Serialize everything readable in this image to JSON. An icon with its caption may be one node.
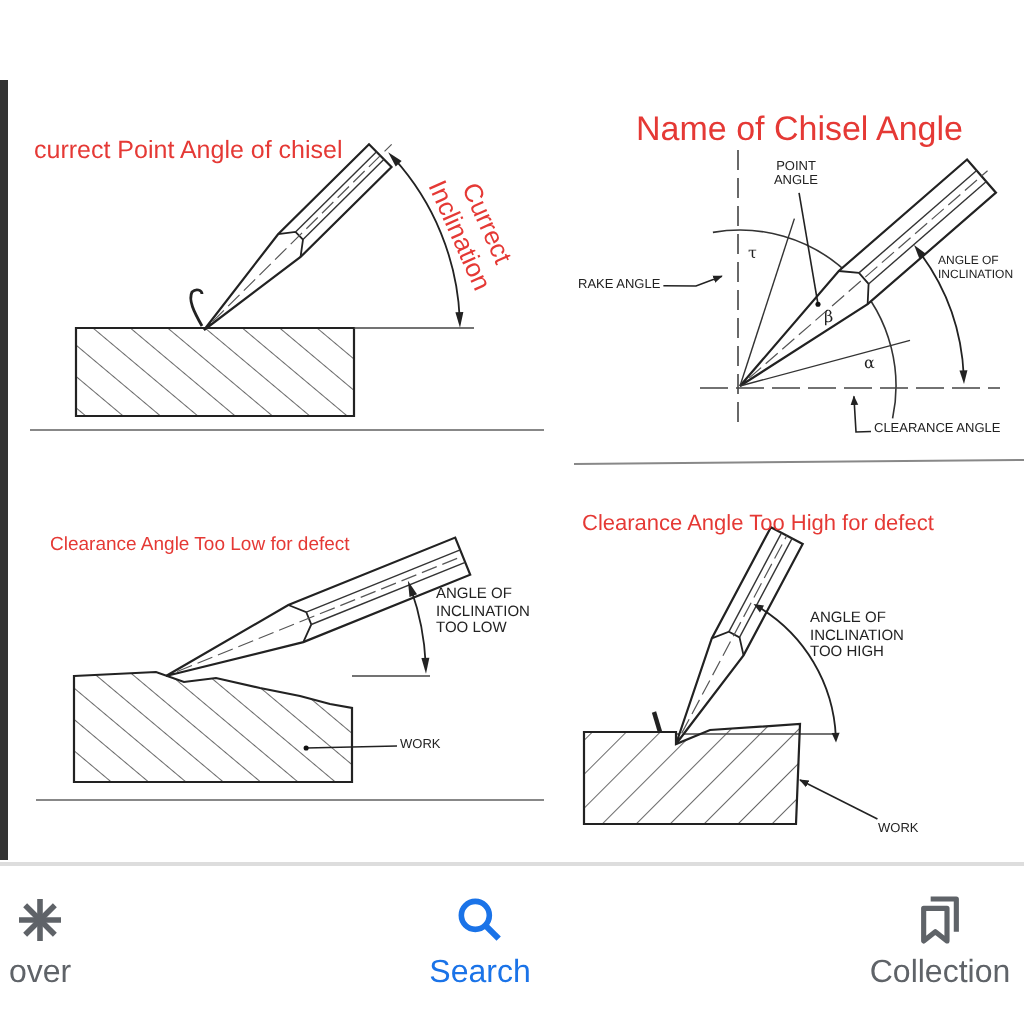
{
  "diagram": {
    "nodes": [
      {
        "text": [
          "POINT ANGLE"
        ]
      },
      {
        "text": [
          "RAKE ANGLE"
        ]
      },
      {
        "text": [
          "CLEARANCE ANGLE"
        ]
      },
      {
        "text": [
          "WORK"
        ]
      },
      {
        "text": [
          "WORK"
        ]
      },
      {
        "text": [],
        "shape": "arc"
      },
      {
        "text": [],
        "shape": "box"
      },
      {
        "text": [],
        "shape": "box"
      }
    ],
    "edges": [
      {
        "from": 0,
        "to": 5,
        "arrow": "other"
      },
      {
        "from": 1,
        "to": 5,
        "arrow": "to"
      },
      {
        "from": 2,
        "to": 5,
        "arrow": "to"
      },
      {
        "from": 3,
        "to": 6,
        "arrow": "other"
      },
      {
        "from": 4,
        "to": 7,
        "arrow": "to"
      }
    ],
    "labels": [
      "currect Point Angle of chisel",
      "Currect Inclination",
      "Name of Chisel Angle",
      "τ",
      "β",
      "α",
      "ANGLE OF INCLINATION",
      "Clearance Angle Too Low for defect",
      "ANGLE OF INCLINATION TOO LOW",
      "Clearance Angle Too High for defect",
      "ANGLE OF INCLINATION TOO HIGH",
      "over",
      "Search",
      "Collection"
    ]
  }
}
